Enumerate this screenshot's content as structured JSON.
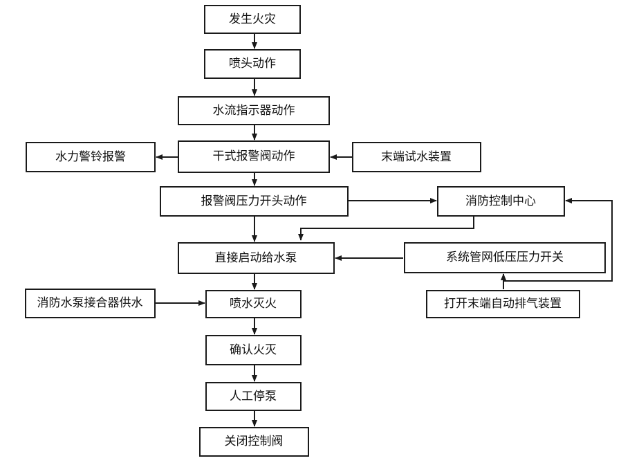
{
  "nodes": {
    "fire_occurs": "发生火灾",
    "sprinkler_action": "喷头动作",
    "flow_indicator": "水流指示器动作",
    "alarm_bell": "水力警铃报警",
    "dry_alarm_valve": "干式报警阀动作",
    "end_test_device": "末端试水装置",
    "pressure_switch": "报警阀压力开头动作",
    "fire_control_center": "消防控制中心",
    "start_pump": "直接启动给水泵",
    "low_pressure_switch": "系统管网低压压力开关",
    "pump_connector": "消防水泵接合器供水",
    "spray_extinguish": "喷水灭火",
    "open_vent": "打开末端自动排气装置",
    "confirm_out": "确认火灭",
    "manual_stop": "人工停泵",
    "close_valve": "关闭控制阀"
  }
}
